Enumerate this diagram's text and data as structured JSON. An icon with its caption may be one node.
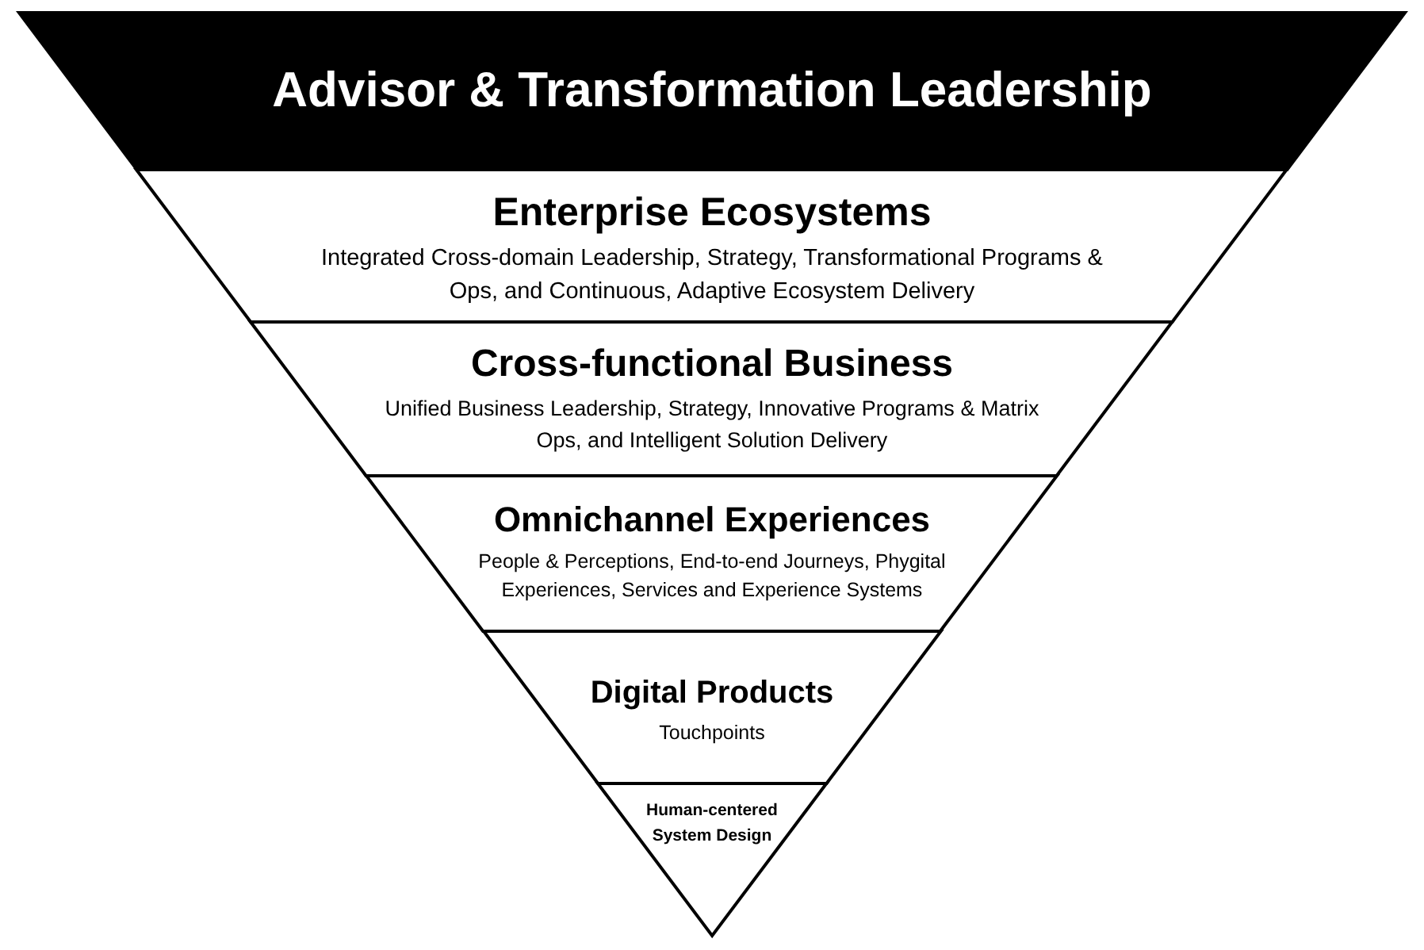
{
  "diagram": {
    "nodes": [
      {
        "text": [
          "Advisor & Transformation Leadership"
        ]
      },
      {
        "text": [
          "Enterprise Ecosystems",
          "Integrated Cross-domain Leadership, Strategy, Transformational Programs & Ops, and Continuous, Adaptive Ecosystem Delivery"
        ]
      },
      {
        "text": [
          "Cross-functional Business",
          "Unified Business Leadership, Strategy, Innovative Programs & Matrix Ops, and Intelligent Solution Delivery"
        ]
      },
      {
        "text": [
          "Omnichannel Experiences",
          "People & Perceptions, End-to-end Journeys, Phygital Experiences, Services and Experience Systems"
        ]
      },
      {
        "text": [
          "Digital Products",
          "Touchpoints"
        ]
      },
      {
        "text": [
          "Human-centered System Design"
        ]
      }
    ]
  }
}
